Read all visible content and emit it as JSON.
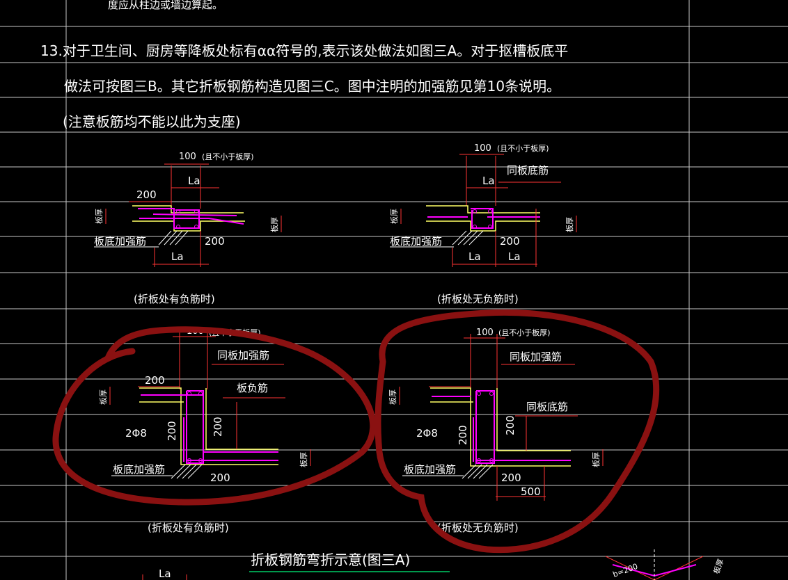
{
  "notes": {
    "top_cut": "度应从柱边或墙边算起。",
    "line1": "13.对于卫生间、厨房等降板处标有αα符号的,表示该处做法如图三A。对于抠槽板底平",
    "line2": "做法可按图三B。其它折板钢筋构造见图三C。图中注明的加强筋见第10条说明。",
    "line3": "(注意板筋均不能以此为支座)"
  },
  "labels": {
    "dim_100": "100",
    "not_less": "(且不小于板厚)",
    "dim_200": "200",
    "la": "La",
    "slab_thk": "板厚",
    "bottom_rebar_add": "板底加强筋",
    "same_bottom": "同板底筋",
    "same_add": "同板加强筋",
    "neg_rebar": "板负筋",
    "phi8": "2Φ8",
    "dim_500": "500",
    "has_neg": "(折板处有负筋时)",
    "no_neg": "(折板处无负筋时)",
    "title": "折板钢筋弯折示意(图三A)",
    "b200": "b=200"
  },
  "colors": {
    "background": "#000000",
    "text": "#ffffff",
    "grid": "#c8c8c8",
    "rebar": "#ff00ff",
    "concrete": "#ffff66",
    "dimension": "#ff3333",
    "markup": "#8a1111",
    "accent": "#00cc66"
  }
}
